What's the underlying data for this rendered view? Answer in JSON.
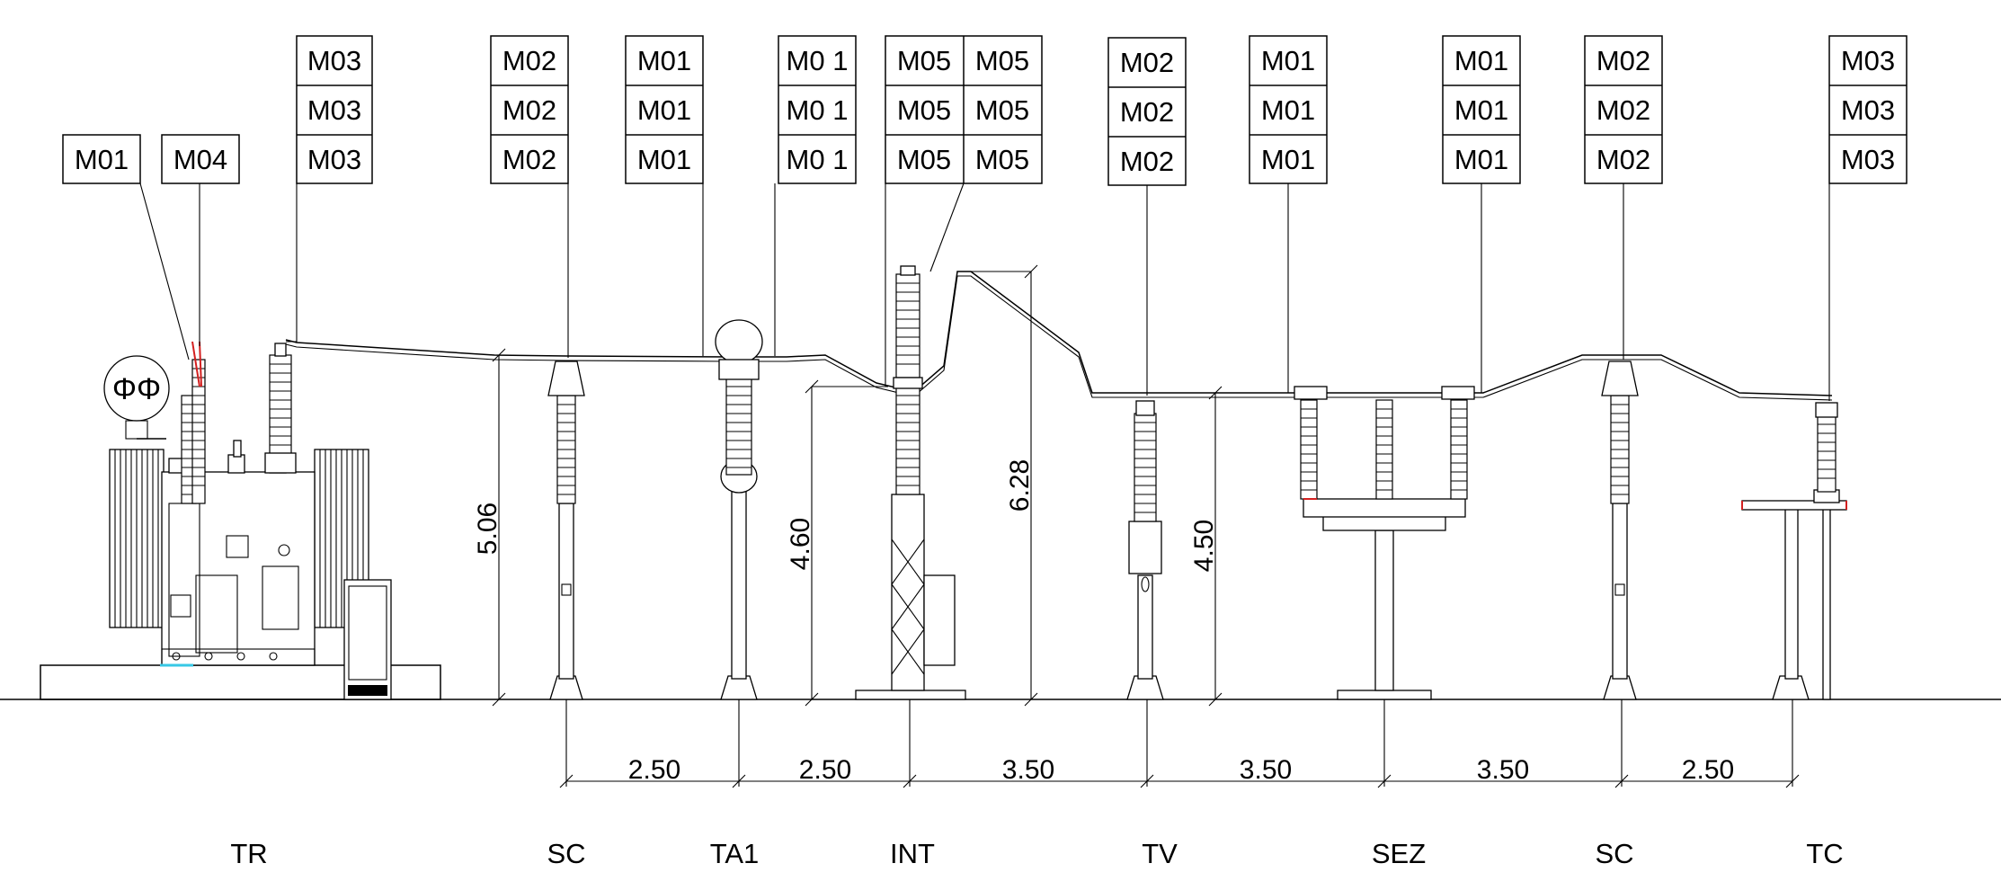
{
  "equipment": [
    {
      "id": "TR",
      "caption": "TR",
      "tags": [
        [
          "M01"
        ],
        [
          "M04"
        ],
        [
          "M03",
          "M03",
          "M03"
        ]
      ]
    },
    {
      "id": "SC1",
      "caption": "SC",
      "tags": [
        [
          "M02",
          "M02",
          "M02"
        ]
      ]
    },
    {
      "id": "TA1",
      "caption": "TA1",
      "tags": [
        [
          "M01",
          "M01",
          "M01"
        ],
        [
          "M0 1",
          "M0 1",
          "M0 1"
        ]
      ]
    },
    {
      "id": "INT",
      "caption": "INT",
      "tags": [
        [
          "M05",
          "M05",
          "M05"
        ],
        [
          "M05",
          "M05",
          "M05"
        ]
      ]
    },
    {
      "id": "TV",
      "caption": "TV",
      "tags": [
        [
          "M02",
          "M02",
          "M02"
        ]
      ]
    },
    {
      "id": "SEZ",
      "caption": "SEZ",
      "tags": [
        [
          "M01",
          "M01",
          "M01"
        ],
        [
          "M01",
          "M01",
          "M01"
        ]
      ]
    },
    {
      "id": "SC2",
      "caption": "SC",
      "tags": [
        [
          "M02",
          "M02",
          "M02"
        ]
      ]
    },
    {
      "id": "TC",
      "caption": "TC",
      "tags": [
        [
          "M03",
          "M03",
          "M03"
        ]
      ]
    }
  ],
  "heights": [
    {
      "label": "5.06",
      "value": 5.06
    },
    {
      "label": "4.60",
      "value": 4.6
    },
    {
      "label": "6.28",
      "value": 6.28
    },
    {
      "label": "4.50",
      "value": 4.5
    }
  ],
  "spacings": [
    {
      "label": "2.50",
      "value": 2.5
    },
    {
      "label": "2.50",
      "value": 2.5
    },
    {
      "label": "3.50",
      "value": 3.5
    },
    {
      "label": "3.50",
      "value": 3.5
    },
    {
      "label": "3.50",
      "value": 3.5
    },
    {
      "label": "2.50",
      "value": 2.5
    }
  ]
}
